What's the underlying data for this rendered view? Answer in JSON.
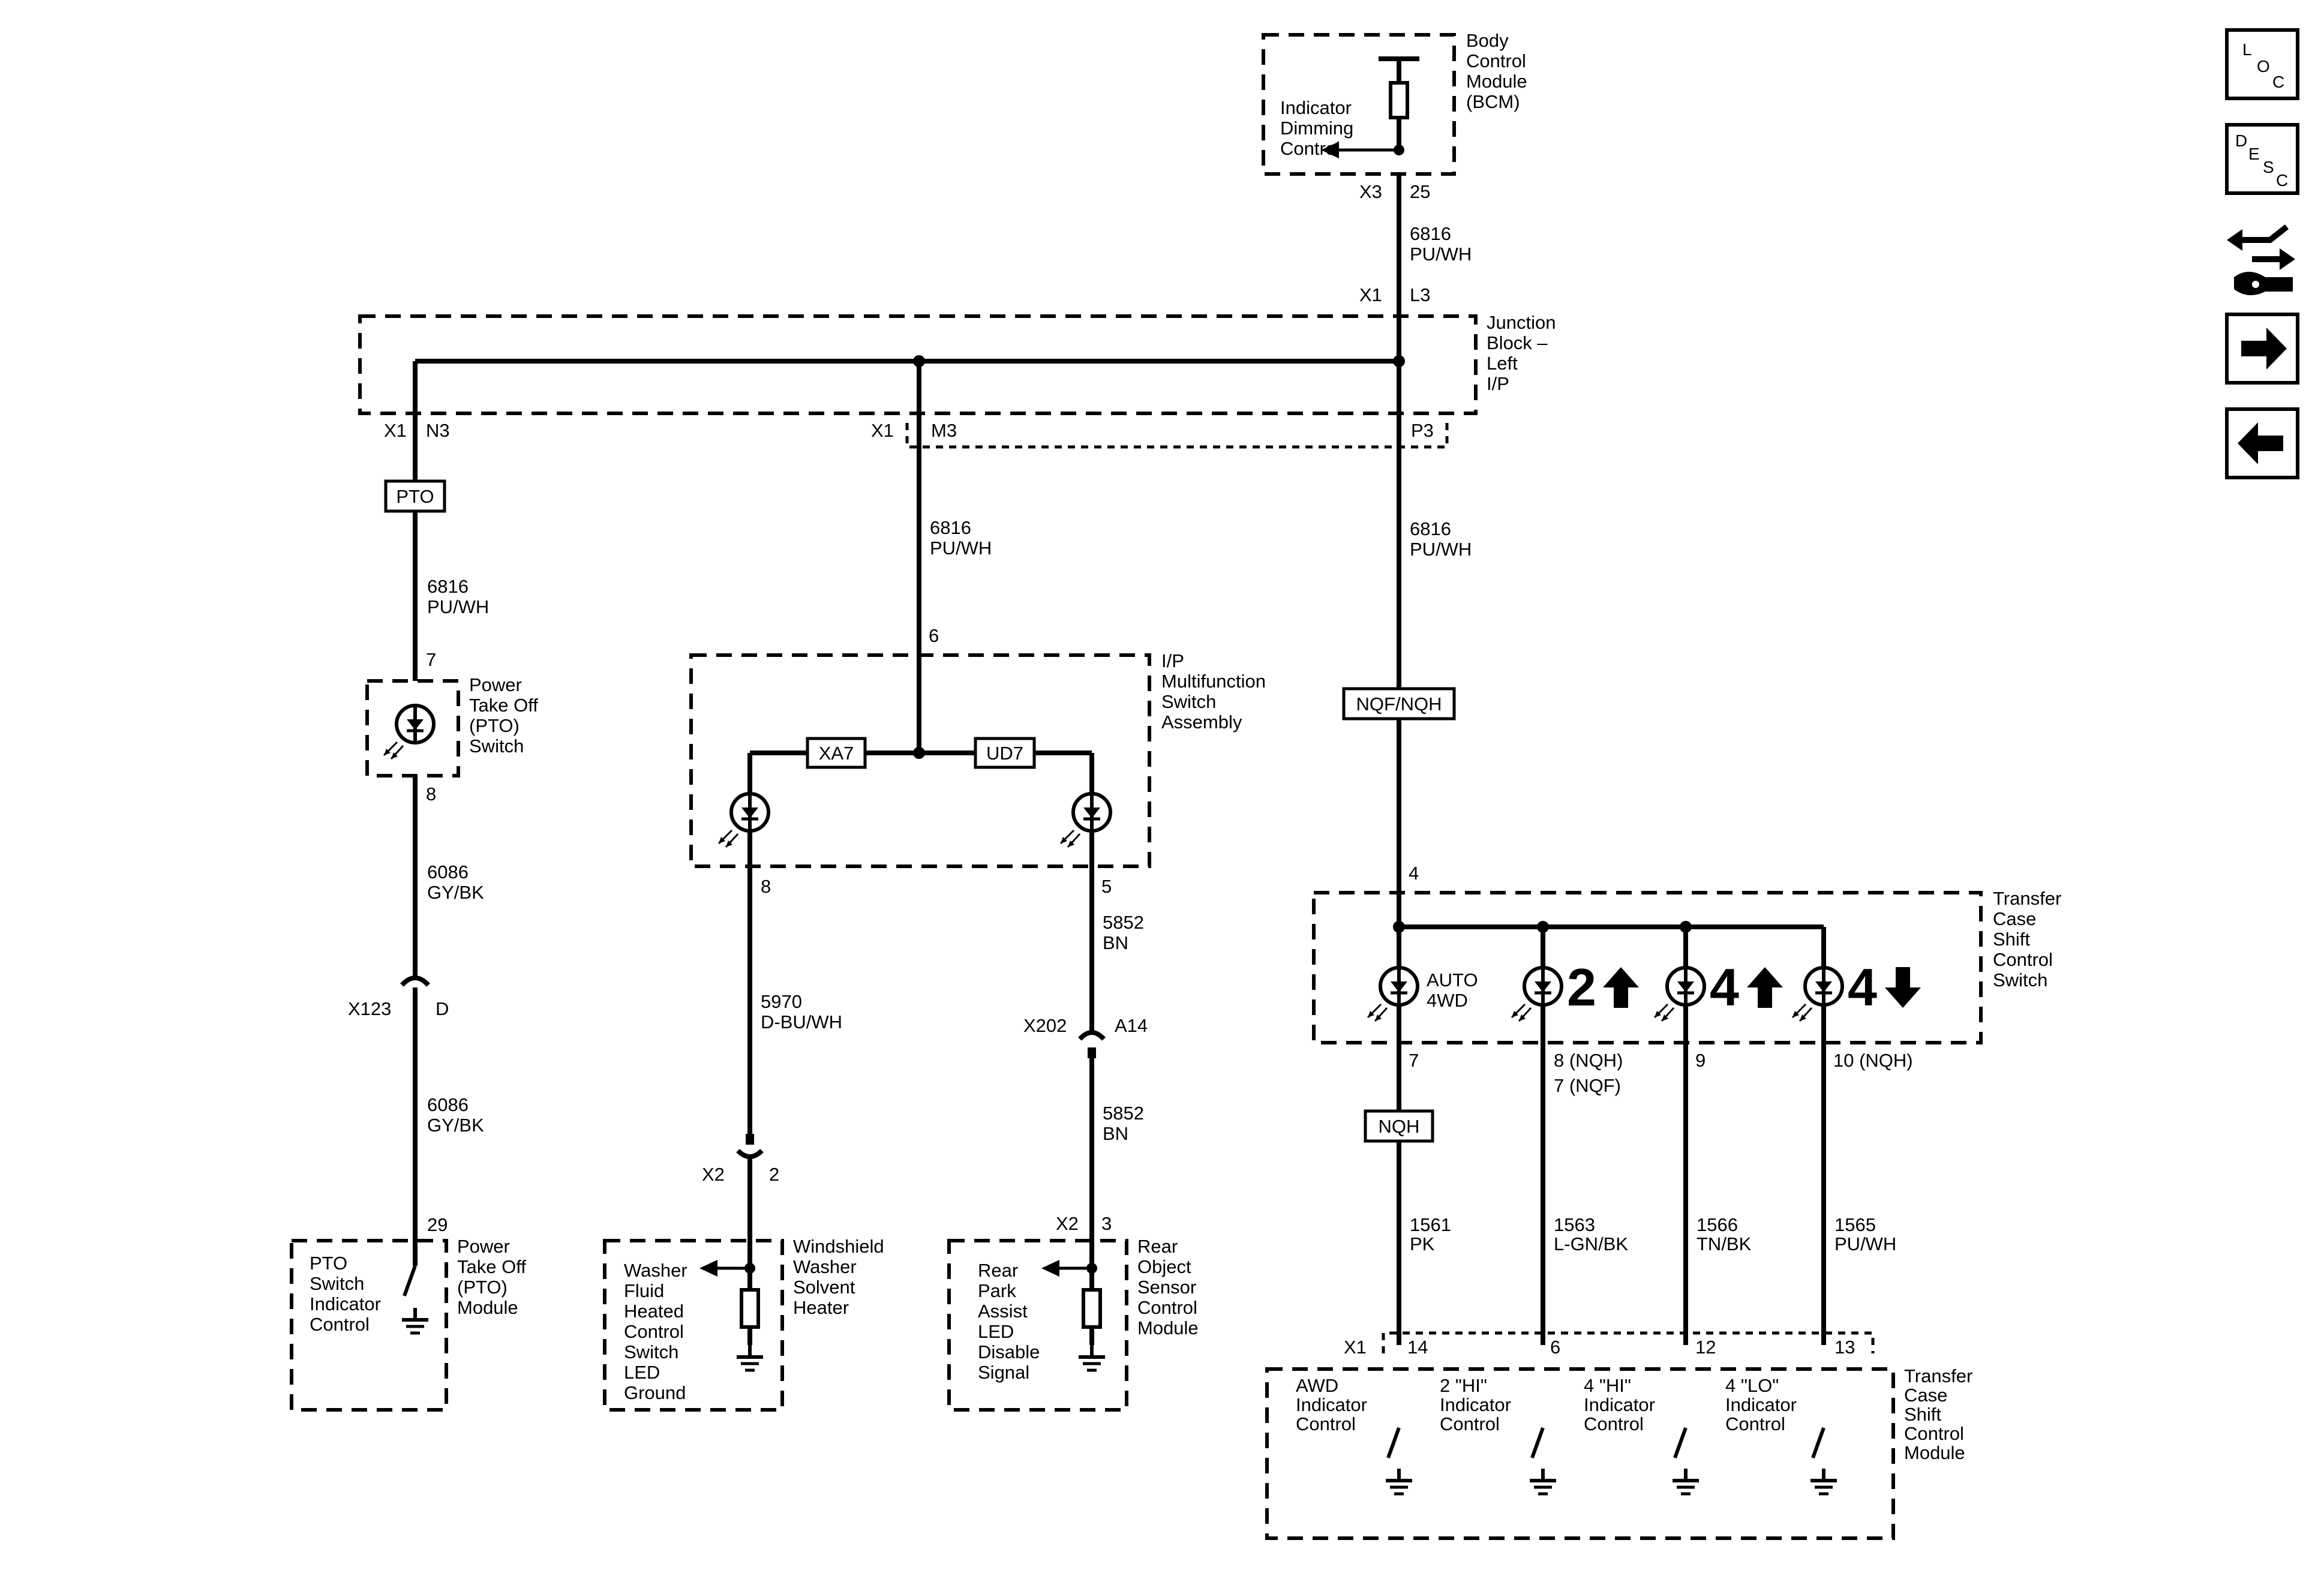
{
  "bcm": {
    "name_lines": [
      "Body",
      "Control",
      "Module",
      "(BCM)"
    ],
    "function_lines": [
      "Indicator",
      "Dimming",
      "Control"
    ],
    "connector": "X3",
    "pin": "25"
  },
  "wire_bcm_jb": {
    "circuit": "6816",
    "color": "PU/WH"
  },
  "jb": {
    "name_lines": [
      "Junction",
      "Block –",
      "Left",
      "I/P"
    ],
    "top_connector": "X1",
    "top_pin": "L3",
    "pto_connector": "X1",
    "pto_pin": "N3",
    "mid_connector": "X1",
    "mid_pin": "M3",
    "right_pin": "P3"
  },
  "pto_tag": "PTO",
  "wire_pto_1": {
    "circuit": "6816",
    "color": "PU/WH"
  },
  "pto_switch": {
    "name_lines": [
      "Power",
      "Take Off",
      "(PTO)",
      "Switch"
    ],
    "pin_in": "7",
    "pin_out": "8"
  },
  "wire_pto_2": {
    "circuit": "6086",
    "color": "GY/BK"
  },
  "x123": {
    "connector": "X123",
    "pin": "D"
  },
  "wire_pto_3": {
    "circuit": "6086",
    "color": "GY/BK"
  },
  "pto_module": {
    "pin": "29",
    "name_lines": [
      "Power",
      "Take Off",
      "(PTO)",
      "Module"
    ],
    "function_lines": [
      "PTO",
      "Switch",
      "Indicator",
      "Control"
    ]
  },
  "wire_mf": {
    "circuit": "6816",
    "color": "PU/WH"
  },
  "mf_switch": {
    "pin_in": "6",
    "name_lines": [
      "I/P",
      "Multifunction",
      "Switch",
      "Assembly"
    ],
    "tag_left": "XA7",
    "tag_right": "UD7",
    "pin_left": "8",
    "pin_right": "5"
  },
  "wire_washer": {
    "circuit": "5970",
    "color": "D-BU/WH"
  },
  "washer": {
    "connector": "X2",
    "pin": "2",
    "name_lines": [
      "Windshield",
      "Washer",
      "Solvent",
      "Heater"
    ],
    "function_lines": [
      "Washer",
      "Fluid",
      "Heated",
      "Control",
      "Switch",
      "LED",
      "Ground"
    ]
  },
  "wire_rpa_1": {
    "circuit": "5852",
    "color": "BN"
  },
  "x202": {
    "connector": "X202",
    "pin": "A14"
  },
  "wire_rpa_2": {
    "circuit": "5852",
    "color": "BN"
  },
  "rear_object": {
    "connector": "X2",
    "pin": "3",
    "name_lines": [
      "Rear",
      "Object",
      "Sensor",
      "Control",
      "Module"
    ],
    "function_lines": [
      "Rear",
      "Park",
      "Assist",
      "LED",
      "Disable",
      "Signal"
    ]
  },
  "wire_tc": {
    "circuit": "6816",
    "color": "PU/WH"
  },
  "option_tag": "NQF/NQH",
  "tc_switch": {
    "pin_in": "4",
    "name_lines": [
      "Transfer",
      "Case",
      "Shift",
      "Control",
      "Switch"
    ],
    "auto_label_lines": [
      "AUTO",
      "4WD"
    ],
    "sym_2hi": "2",
    "sym_4hi": "4",
    "sym_4lo": "4",
    "pin_auto": "7",
    "pin_2hi_lines": [
      "8 (NQH)",
      "7 (NQF)"
    ],
    "pin_4hi": "9",
    "pin_4lo": "10 (NQH)"
  },
  "nqh_tag": "NQH",
  "tc_wires": [
    {
      "circuit": "1561",
      "color": "PK"
    },
    {
      "circuit": "1563",
      "color": "L-GN/BK"
    },
    {
      "circuit": "1566",
      "color": "TN/BK"
    },
    {
      "circuit": "1565",
      "color": "PU/WH"
    }
  ],
  "tc_module": {
    "connector": "X1",
    "pins": [
      "14",
      "6",
      "12",
      "13"
    ],
    "name_lines": [
      "Transfer",
      "Case",
      "Shift",
      "Control",
      "Module"
    ],
    "controls": [
      [
        "AWD",
        "Indicator",
        "Control"
      ],
      [
        "2 \"HI\"",
        "Indicator",
        "Control"
      ],
      [
        "4 \"HI\"",
        "Indicator",
        "Control"
      ],
      [
        "4 \"LO\"",
        "Indicator",
        "Control"
      ]
    ]
  },
  "nav": {
    "loc": [
      "L",
      "O",
      "C"
    ],
    "desc": [
      "D",
      "E",
      "S",
      "C"
    ]
  }
}
